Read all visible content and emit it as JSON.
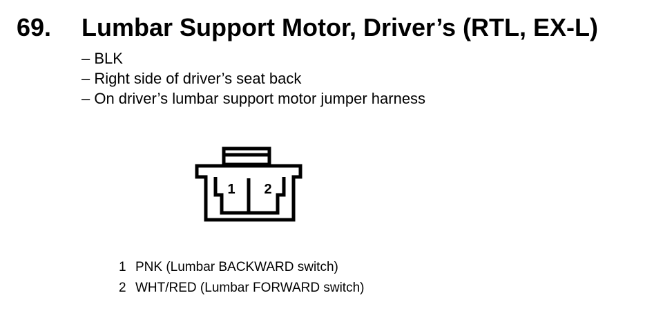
{
  "heading": {
    "number": "69.",
    "title": "Lumbar Support Motor, Driver’s (RTL, EX-L)"
  },
  "notes": [
    "– BLK",
    "– Right side of driver’s seat back",
    "– On driver’s lumbar support motor jumper harness"
  ],
  "connector": {
    "terminals": [
      {
        "number": "1"
      },
      {
        "number": "2"
      }
    ]
  },
  "pins": [
    {
      "number": "1",
      "description": "PNK (Lumbar BACKWARD switch)"
    },
    {
      "number": "2",
      "description": "WHT/RED (Lumbar FORWARD switch)"
    }
  ],
  "colors": {
    "ink": "#000000",
    "background": "#ffffff"
  }
}
